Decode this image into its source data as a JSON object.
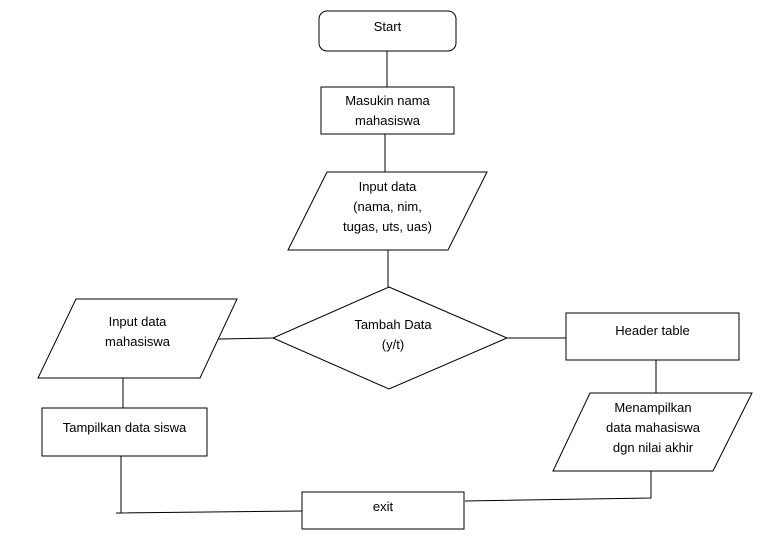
{
  "nodes": {
    "start": {
      "lines": [
        "Start"
      ]
    },
    "input_name": {
      "lines": [
        "Masukin nama",
        "mahasiswa"
      ]
    },
    "input_data": {
      "lines": [
        "Input data",
        "(nama, nim,",
        "tugas, uts, uas)"
      ]
    },
    "decision": {
      "lines": [
        "Tambah Data",
        "(y/t)"
      ]
    },
    "input_mahasiswa": {
      "lines": [
        "Input data",
        "mahasiswa"
      ]
    },
    "show_students": {
      "lines": [
        "Tampilkan data siswa"
      ]
    },
    "header_table": {
      "lines": [
        "Header table"
      ]
    },
    "show_final": {
      "lines": [
        "Menampilkan",
        "data mahasiswa",
        "dgn nilai akhir"
      ]
    },
    "exit": {
      "lines": [
        "exit"
      ]
    }
  },
  "colors": {
    "stroke": "#000000",
    "fill": "#ffffff"
  }
}
